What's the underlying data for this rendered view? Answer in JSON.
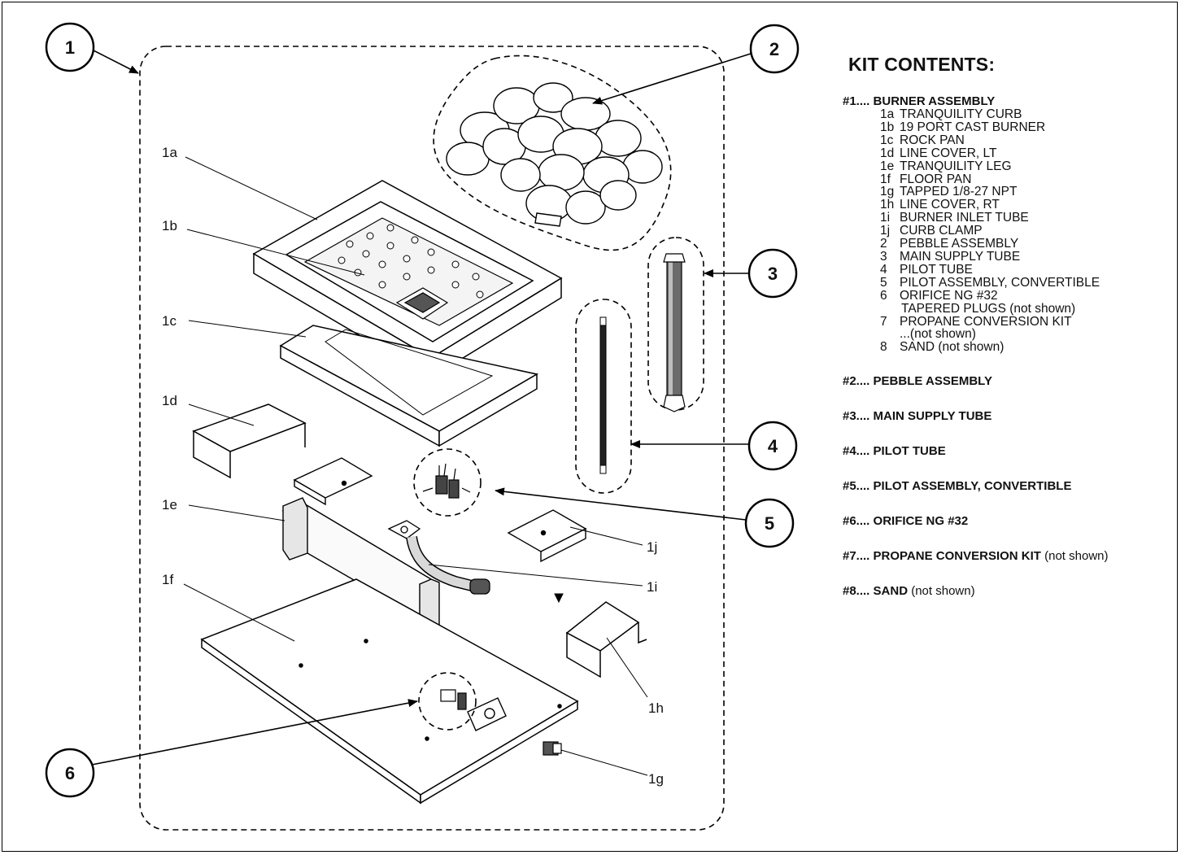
{
  "callouts": [
    "1",
    "2",
    "3",
    "4",
    "5",
    "6"
  ],
  "part_labels": [
    "1a",
    "1b",
    "1c",
    "1d",
    "1e",
    "1f",
    "1g",
    "1h",
    "1i",
    "1j"
  ],
  "kit": {
    "title": "KIT CONTENTS:",
    "main": {
      "num": "#1....",
      "name": "BURNER ASSEMBLY",
      "items": [
        {
          "code": "1a",
          "text": "TRANQUILITY CURB"
        },
        {
          "code": "1b",
          "text": "19 PORT CAST BURNER"
        },
        {
          "code": "1c",
          "text": "ROCK PAN"
        },
        {
          "code": "1d",
          "text": "LINE COVER, LT"
        },
        {
          "code": "1e",
          "text": "TRANQUILITY LEG"
        },
        {
          "code": "1f",
          "text": "FLOOR PAN"
        },
        {
          "code": "1g",
          "text": "TAPPED 1/8-27 NPT"
        },
        {
          "code": "1h",
          "text": "LINE COVER, RT"
        },
        {
          "code": "1i",
          "text": "BURNER INLET TUBE"
        },
        {
          "code": "1j",
          "text": "CURB CLAMP"
        },
        {
          "code": "2",
          "text": "PEBBLE ASSEMBLY"
        },
        {
          "code": "3",
          "text": "MAIN SUPPLY TUBE"
        },
        {
          "code": "4",
          "text": "PILOT TUBE"
        },
        {
          "code": "5",
          "text": "PILOT ASSEMBLY, CONVERTIBLE"
        },
        {
          "code": "6",
          "text": "ORIFICE NG #32"
        },
        {
          "code": "",
          "text": "TAPERED PLUGS (not shown)"
        },
        {
          "code": "7",
          "text": "PROPANE CONVERSION KIT"
        },
        {
          "code": "",
          "text": "...(not shown)"
        },
        {
          "code": "8",
          "text": "SAND (not shown)"
        }
      ]
    },
    "others": [
      {
        "num": "#2....",
        "name": "PEBBLE ASSEMBLY",
        "note": ""
      },
      {
        "num": "#3....",
        "name": "MAIN SUPPLY TUBE",
        "note": ""
      },
      {
        "num": "#4....",
        "name": "PILOT TUBE",
        "note": ""
      },
      {
        "num": "#5....",
        "name": "PILOT ASSEMBLY, CONVERTIBLE",
        "note": ""
      },
      {
        "num": "#6....",
        "name": "ORIFICE NG #32",
        "note": ""
      },
      {
        "num": "#7....",
        "name": "PROPANE CONVERSION KIT",
        "note": "(not shown)"
      },
      {
        "num": "#8....",
        "name": "SAND",
        "note": "(not shown)"
      }
    ]
  }
}
